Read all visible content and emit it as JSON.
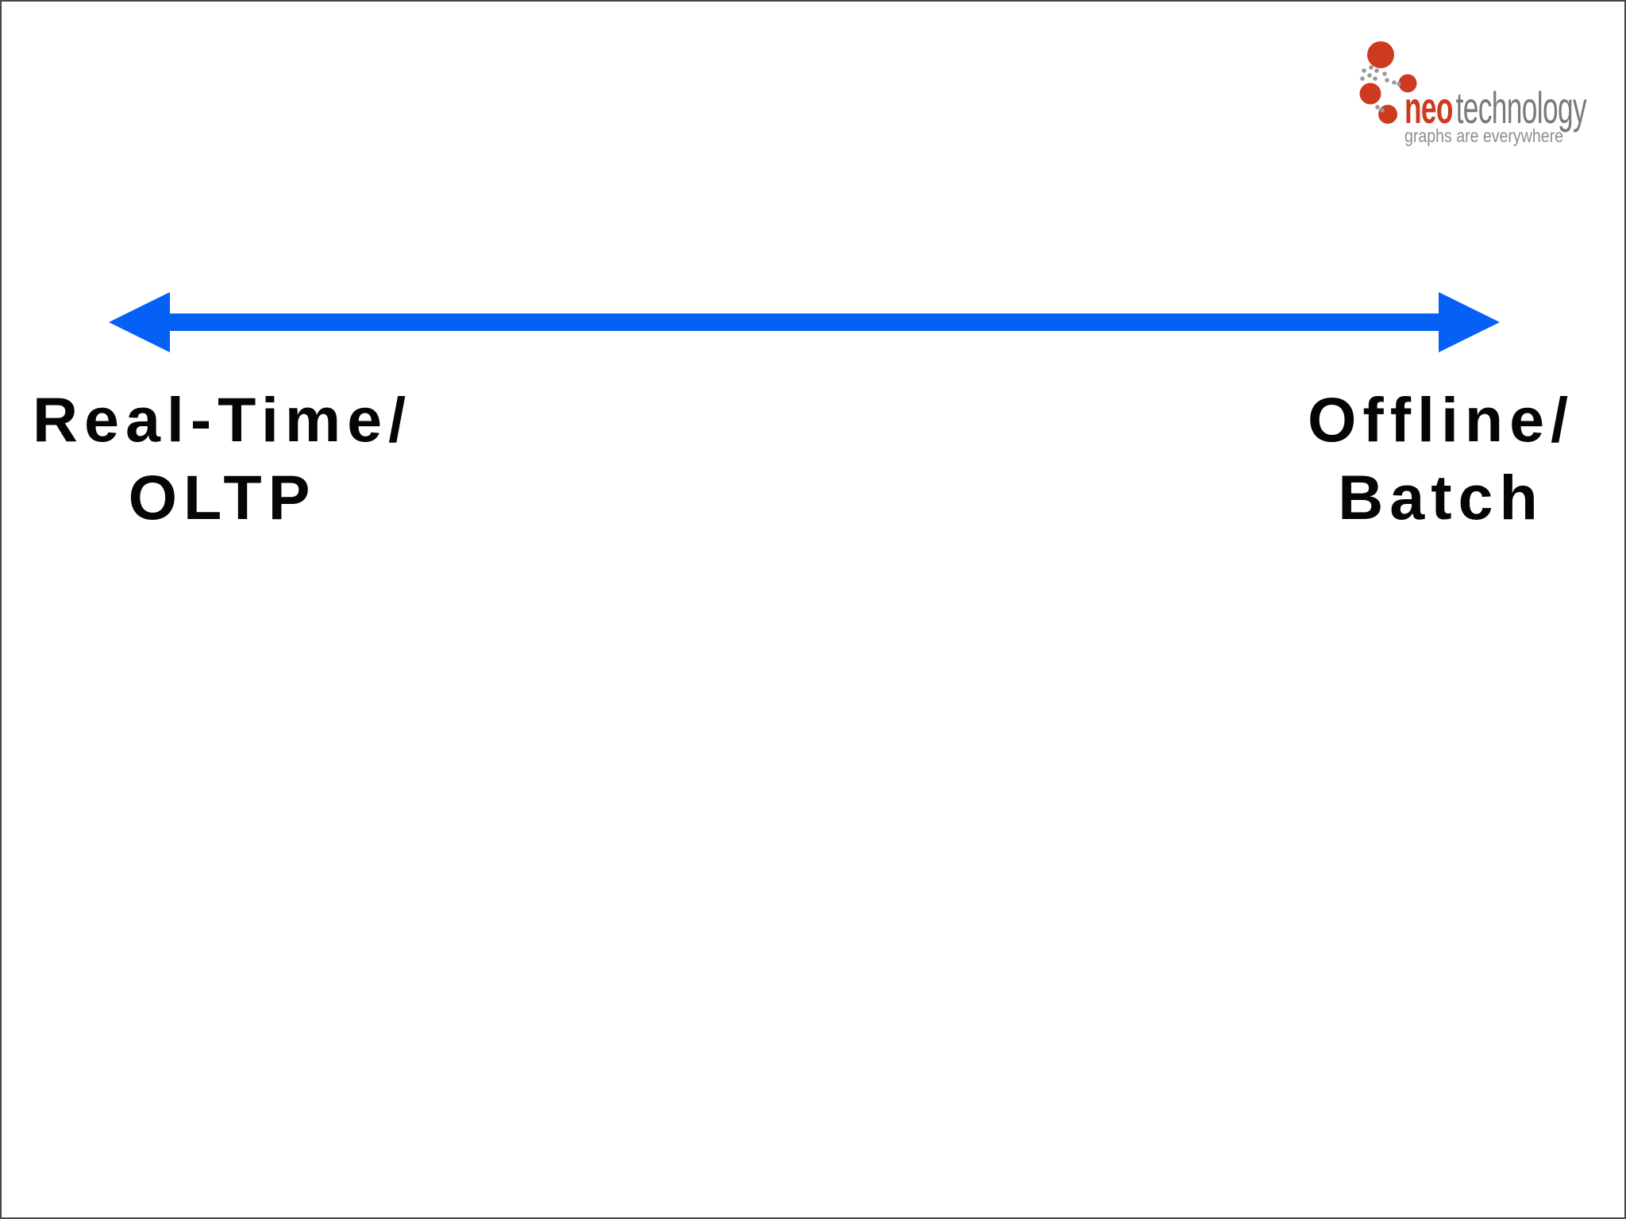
{
  "slide": {
    "background": "#FFFFFF",
    "border_color": "#474747",
    "text_color": "#050505",
    "spectrum": {
      "arrow_color": "#0561F6",
      "left_label": {
        "line1": "Real-Time/",
        "line2": "OLTP"
      },
      "right_label": {
        "line1": "Offline/",
        "line2": "Batch"
      }
    },
    "logo": {
      "brand_primary": "neo",
      "brand_secondary": "technology",
      "tagline": "graphs are everywhere",
      "colors": {
        "red": "#CE3A1F",
        "technology_gray": "#7A7A7A",
        "tagline_gray": "#8D8D8D",
        "dot_gray": "#999999"
      }
    }
  }
}
